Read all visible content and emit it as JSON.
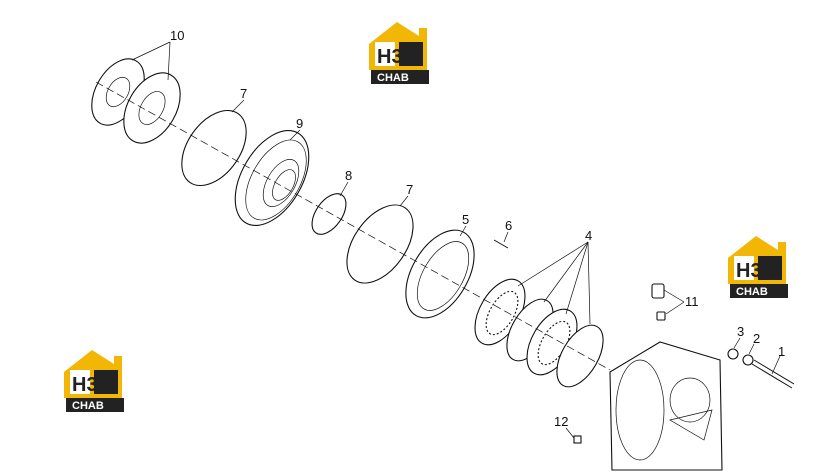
{
  "logo": {
    "letters": "H3",
    "subtitle": "CHAB",
    "colors": {
      "yellow": "#F2B705",
      "dark": "#222222",
      "white": "#ffffff"
    }
  },
  "callouts": [
    "10",
    "7",
    "9",
    "8",
    "7",
    "5",
    "6",
    "4",
    "11",
    "3",
    "2",
    "1",
    "12"
  ],
  "colors": {
    "line": "#111111",
    "background": "#ffffff"
  }
}
